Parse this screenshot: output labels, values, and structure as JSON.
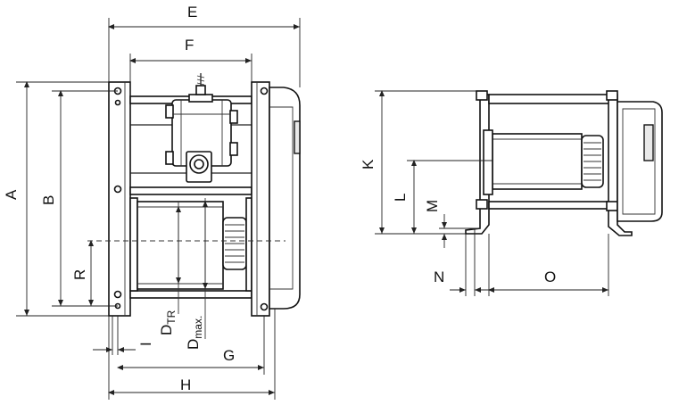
{
  "dimensions": {
    "A": "A",
    "B": "B",
    "R": "R",
    "E": "E",
    "F": "F",
    "G": "G",
    "H": "H",
    "I": "I",
    "D_TR": "D",
    "D_TR_sub": "TR",
    "D_max": "D",
    "D_max_sub": "max.",
    "K": "K",
    "L": "L",
    "M": "M",
    "N": "N",
    "O": "O"
  }
}
